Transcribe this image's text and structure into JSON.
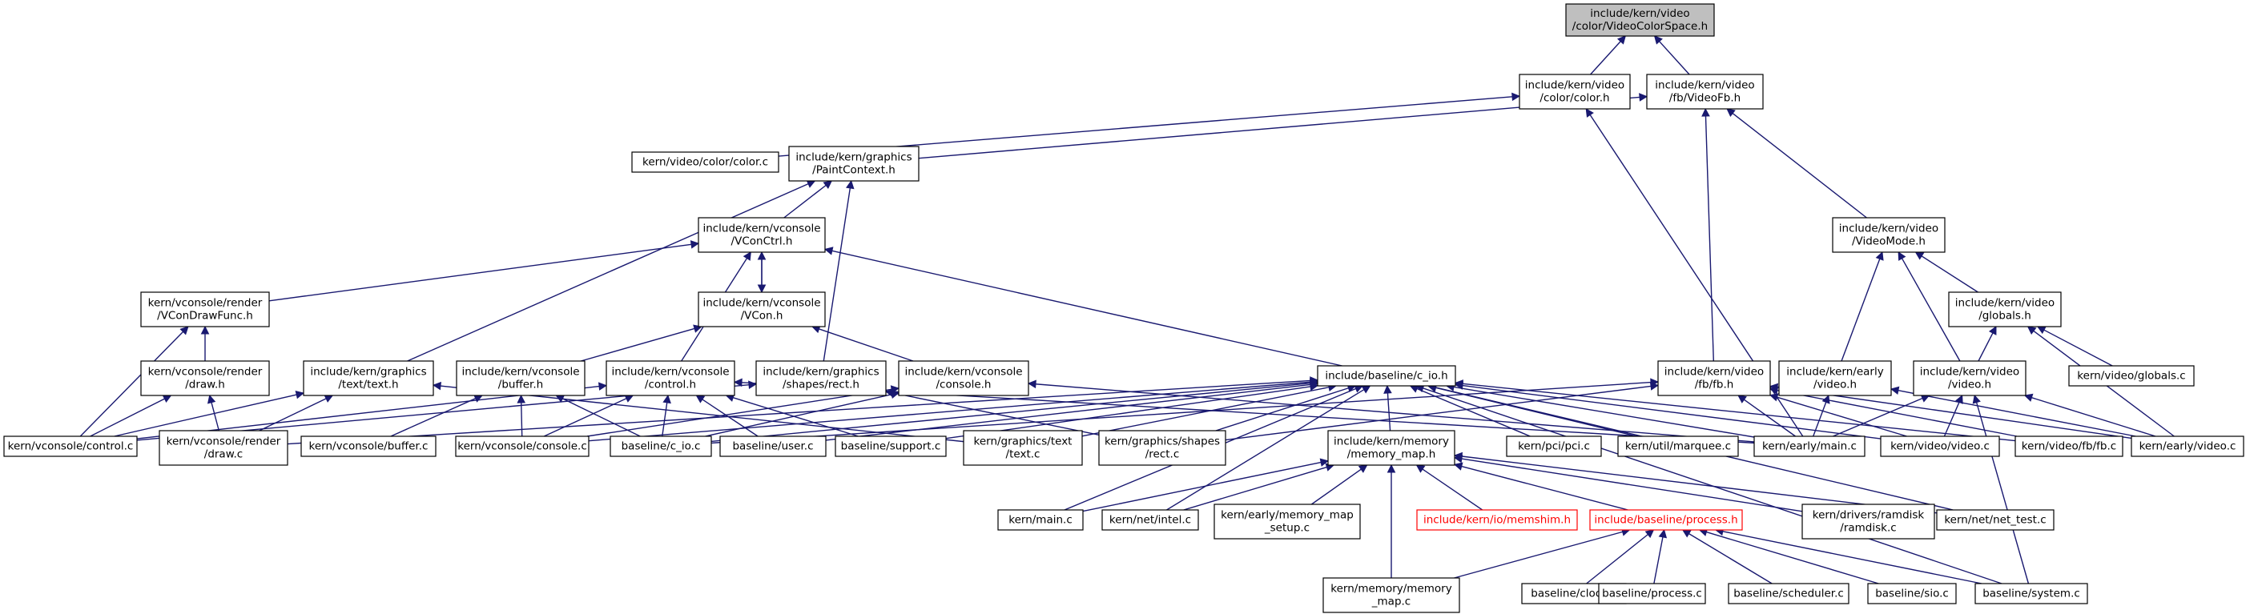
{
  "diagram": {
    "type": "include-dependency-graph",
    "colors": {
      "edge": "#191970",
      "root_fill": "#bfbfbf",
      "node_border": "#000000",
      "incomplete_border": "#ff0000"
    },
    "nodes": [
      {
        "id": "root",
        "lines": [
          "include/kern/video",
          "/color/VideoColorSpace.h"
        ]
      },
      {
        "id": "colorh",
        "lines": [
          "include/kern/video",
          "/color/color.h"
        ]
      },
      {
        "id": "videofbh",
        "lines": [
          "include/kern/video",
          "/fb/VideoFb.h"
        ]
      },
      {
        "id": "colorc",
        "lines": [
          "kern/video/color/color.c"
        ]
      },
      {
        "id": "paintctx",
        "lines": [
          "include/kern/graphics",
          "/PaintContext.h"
        ]
      },
      {
        "id": "vconctrl",
        "lines": [
          "include/kern/vconsole",
          "/VConCtrl.h"
        ]
      },
      {
        "id": "videomode",
        "lines": [
          "include/kern/video",
          "/VideoMode.h"
        ]
      },
      {
        "id": "vcondrawfunc",
        "lines": [
          "kern/vconsole/render",
          "/VConDrawFunc.h"
        ]
      },
      {
        "id": "vconh",
        "lines": [
          "include/kern/vconsole",
          "/VCon.h"
        ]
      },
      {
        "id": "globalsh",
        "lines": [
          "include/kern/video",
          "/globals.h"
        ]
      },
      {
        "id": "drawh",
        "lines": [
          "kern/vconsole/render",
          "/draw.h"
        ]
      },
      {
        "id": "texth",
        "lines": [
          "include/kern/graphics",
          "/text/text.h"
        ]
      },
      {
        "id": "bufferh",
        "lines": [
          "include/kern/vconsole",
          "/buffer.h"
        ]
      },
      {
        "id": "controlh",
        "lines": [
          "include/kern/vconsole",
          "/control.h"
        ]
      },
      {
        "id": "recth",
        "lines": [
          "include/kern/graphics",
          "/shapes/rect.h"
        ]
      },
      {
        "id": "consoleh",
        "lines": [
          "include/kern/vconsole",
          "/console.h"
        ]
      },
      {
        "id": "cioh",
        "lines": [
          "include/baseline/c_io.h"
        ]
      },
      {
        "id": "fbfbh",
        "lines": [
          "include/kern/video",
          "/fb/fb.h"
        ]
      },
      {
        "id": "earlyvideoh",
        "lines": [
          "include/kern/early",
          "/video.h"
        ]
      },
      {
        "id": "videoh",
        "lines": [
          "include/kern/video",
          "/video.h"
        ]
      },
      {
        "id": "globalsc",
        "lines": [
          "kern/video/globals.c"
        ]
      },
      {
        "id": "controlc",
        "lines": [
          "kern/vconsole/control.c"
        ]
      },
      {
        "id": "drawc",
        "lines": [
          "kern/vconsole/render",
          "/draw.c"
        ]
      },
      {
        "id": "bufferc",
        "lines": [
          "kern/vconsole/buffer.c"
        ]
      },
      {
        "id": "consolec",
        "lines": [
          "kern/vconsole/console.c"
        ]
      },
      {
        "id": "cioc",
        "lines": [
          "baseline/c_io.c"
        ]
      },
      {
        "id": "userc",
        "lines": [
          "baseline/user.c"
        ]
      },
      {
        "id": "supportc",
        "lines": [
          "baseline/support.c"
        ]
      },
      {
        "id": "textc",
        "lines": [
          "kern/graphics/text",
          "/text.c"
        ]
      },
      {
        "id": "rectc",
        "lines": [
          "kern/graphics/shapes",
          "/rect.c"
        ]
      },
      {
        "id": "memmaph",
        "lines": [
          "include/kern/memory",
          "/memory_map.h"
        ]
      },
      {
        "id": "pcic",
        "lines": [
          "kern/pci/pci.c"
        ]
      },
      {
        "id": "marqueec",
        "lines": [
          "kern/util/marquee.c"
        ]
      },
      {
        "id": "earlymainc",
        "lines": [
          "kern/early/main.c"
        ]
      },
      {
        "id": "videoc",
        "lines": [
          "kern/video/video.c"
        ]
      },
      {
        "id": "fbc",
        "lines": [
          "kern/video/fb/fb.c"
        ]
      },
      {
        "id": "earlyvideoc",
        "lines": [
          "kern/early/video.c"
        ]
      },
      {
        "id": "mainc",
        "lines": [
          "kern/main.c"
        ]
      },
      {
        "id": "intelc",
        "lines": [
          "kern/net/intel.c"
        ]
      },
      {
        "id": "memmapsetupc",
        "lines": [
          "kern/early/memory_map",
          "_setup.c"
        ]
      },
      {
        "id": "memshimh",
        "lines": [
          "include/kern/io/memshim.h"
        ]
      },
      {
        "id": "processh",
        "lines": [
          "include/baseline/process.h"
        ]
      },
      {
        "id": "ramdiskc",
        "lines": [
          "kern/drivers/ramdisk",
          "/ramdisk.c"
        ]
      },
      {
        "id": "nettestc",
        "lines": [
          "kern/net/net_test.c"
        ]
      },
      {
        "id": "memmapc",
        "lines": [
          "kern/memory/memory",
          "_map.c"
        ]
      },
      {
        "id": "clockc",
        "lines": [
          "baseline/clock.c"
        ]
      },
      {
        "id": "processc",
        "lines": [
          "baseline/process.c"
        ]
      },
      {
        "id": "schedulerc",
        "lines": [
          "baseline/scheduler.c"
        ]
      },
      {
        "id": "sioc",
        "lines": [
          "baseline/sio.c"
        ]
      },
      {
        "id": "systemc",
        "lines": [
          "baseline/system.c"
        ]
      }
    ],
    "edges": [
      [
        "colorh",
        "root"
      ],
      [
        "videofbh",
        "root"
      ],
      [
        "colorc",
        "colorh"
      ],
      [
        "earlymainc",
        "colorh"
      ],
      [
        "paintctx",
        "videofbh"
      ],
      [
        "videomode",
        "videofbh"
      ],
      [
        "fbfbh",
        "videofbh"
      ],
      [
        "vconctrl",
        "paintctx"
      ],
      [
        "texth",
        "paintctx"
      ],
      [
        "recth",
        "paintctx"
      ],
      [
        "vcondrawfunc",
        "vconctrl"
      ],
      [
        "vconh",
        "vconctrl"
      ],
      [
        "controlh",
        "vconctrl"
      ],
      [
        "cioh",
        "vconctrl"
      ],
      [
        "vconctrl",
        "vconh"
      ],
      [
        "bufferh",
        "vconh"
      ],
      [
        "consoleh",
        "vconh"
      ],
      [
        "drawh",
        "vcondrawfunc"
      ],
      [
        "controlc",
        "vcondrawfunc"
      ],
      [
        "controlc",
        "drawh"
      ],
      [
        "drawc",
        "drawh"
      ],
      [
        "earlyvideoh",
        "videomode"
      ],
      [
        "videoh",
        "videomode"
      ],
      [
        "globalsh",
        "videomode"
      ],
      [
        "videoh",
        "globalsh"
      ],
      [
        "globalsc",
        "globalsh"
      ],
      [
        "earlyvideoc",
        "globalsh"
      ],
      [
        "controlc",
        "texth"
      ],
      [
        "drawc",
        "texth"
      ],
      [
        "textc",
        "texth"
      ],
      [
        "bufferc",
        "bufferh"
      ],
      [
        "consolec",
        "bufferh"
      ],
      [
        "cioc",
        "bufferh"
      ],
      [
        "controlc",
        "controlh"
      ],
      [
        "consolec",
        "controlh"
      ],
      [
        "cioc",
        "controlh"
      ],
      [
        "userc",
        "controlh"
      ],
      [
        "supportc",
        "controlh"
      ],
      [
        "earlymainc",
        "controlh"
      ],
      [
        "rectc",
        "recth"
      ],
      [
        "controlc",
        "recth"
      ],
      [
        "consolec",
        "consoleh"
      ],
      [
        "cioc",
        "consoleh"
      ],
      [
        "earlymainc",
        "consoleh"
      ],
      [
        "drawc",
        "cioh"
      ],
      [
        "consolec",
        "cioh"
      ],
      [
        "cioc",
        "cioh"
      ],
      [
        "userc",
        "cioh"
      ],
      [
        "supportc",
        "cioh"
      ],
      [
        "textc",
        "cioh"
      ],
      [
        "rectc",
        "cioh"
      ],
      [
        "memmaph",
        "cioh"
      ],
      [
        "pcic",
        "cioh"
      ],
      [
        "marqueec",
        "cioh"
      ],
      [
        "earlymainc",
        "cioh"
      ],
      [
        "videoc",
        "cioh"
      ],
      [
        "fbc",
        "cioh"
      ],
      [
        "mainc",
        "cioh"
      ],
      [
        "intelc",
        "cioh"
      ],
      [
        "systemc",
        "cioh"
      ],
      [
        "nettestc",
        "cioh"
      ],
      [
        "earlymainc",
        "fbfbh"
      ],
      [
        "videoc",
        "fbfbh"
      ],
      [
        "fbc",
        "fbfbh"
      ],
      [
        "earlyvideoc",
        "fbfbh"
      ],
      [
        "rectc",
        "fbfbh"
      ],
      [
        "cioc",
        "fbfbh"
      ],
      [
        "earlymainc",
        "earlyvideoh"
      ],
      [
        "earlyvideoc",
        "earlyvideoh"
      ],
      [
        "videoc",
        "videoh"
      ],
      [
        "earlymainc",
        "videoh"
      ],
      [
        "earlyvideoc",
        "videoh"
      ],
      [
        "systemc",
        "videoh"
      ],
      [
        "mainc",
        "memmaph"
      ],
      [
        "intelc",
        "memmaph"
      ],
      [
        "memmapsetupc",
        "memmaph"
      ],
      [
        "memshimh",
        "memmaph"
      ],
      [
        "processh",
        "memmaph"
      ],
      [
        "ramdiskc",
        "memmaph"
      ],
      [
        "nettestc",
        "memmaph"
      ],
      [
        "memmapc",
        "memmaph"
      ],
      [
        "memmapc",
        "processh"
      ],
      [
        "clockc",
        "processh"
      ],
      [
        "processc",
        "processh"
      ],
      [
        "schedulerc",
        "processh"
      ],
      [
        "sioc",
        "processh"
      ],
      [
        "systemc",
        "processh"
      ]
    ]
  }
}
